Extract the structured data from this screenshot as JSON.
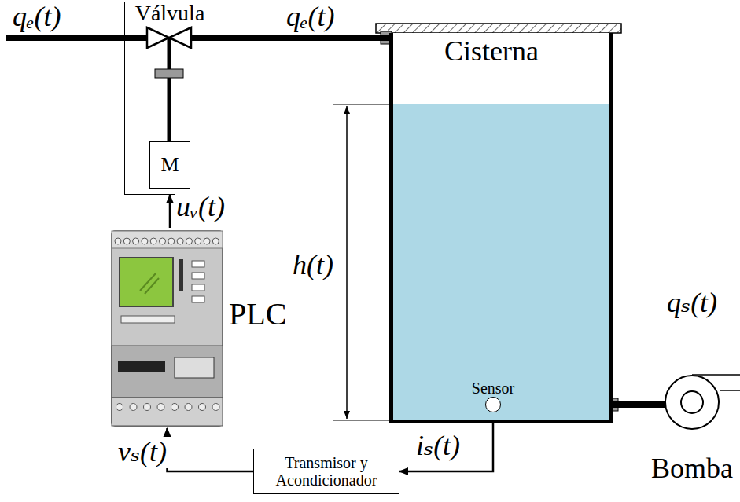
{
  "diagram": {
    "nodes": [
      {
        "text": [
          "Válvula"
        ]
      },
      {
        "text": [
          "M"
        ],
        "in": 0
      },
      {
        "text": [
          "PLC"
        ]
      },
      {
        "text": [
          "Cisterna"
        ]
      },
      {
        "text": [
          "Sensor"
        ],
        "in": 3
      },
      {
        "text": [
          "Transmisor y Acondicionador"
        ]
      },
      {
        "text": [
          "Bomba"
        ]
      }
    ],
    "edges": [
      {
        "from": 2,
        "to": 0,
        "label": "uᵥ(t)",
        "arrow": "to"
      },
      {
        "from": 4,
        "to": 5,
        "label": "iₛ(t)",
        "arrow": "to"
      },
      {
        "from": 5,
        "to": 2,
        "label": "vₛ(t)",
        "arrow": "to"
      },
      {
        "from": 0,
        "to": 3,
        "label": "qₑ(t)",
        "arrow": "none"
      },
      {
        "from": 3,
        "to": 6,
        "arrow": "none"
      }
    ],
    "labels": [
      "qₑ(t)",
      "h(t)",
      "qₛ(t)"
    ]
  }
}
